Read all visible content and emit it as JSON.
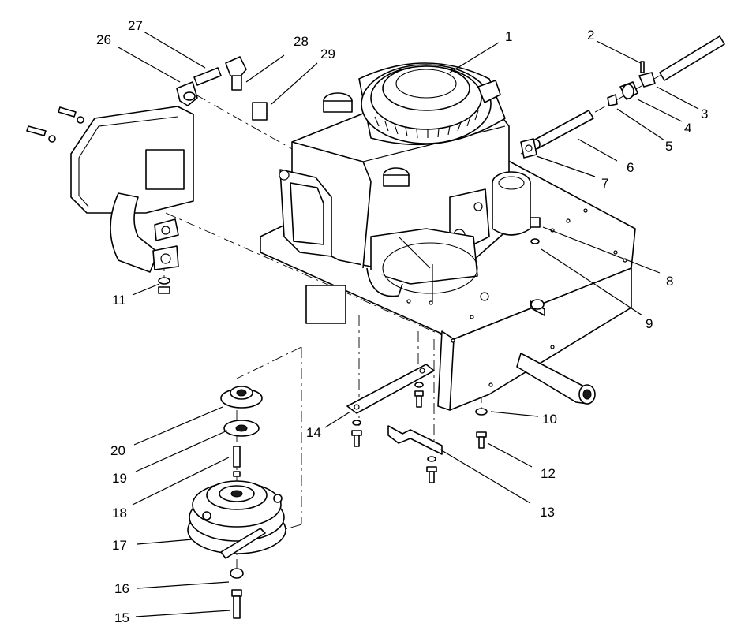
{
  "diagram": {
    "callouts": [
      {
        "id": "1",
        "label": "1"
      },
      {
        "id": "2",
        "label": "2"
      },
      {
        "id": "3",
        "label": "3"
      },
      {
        "id": "4",
        "label": "4"
      },
      {
        "id": "5",
        "label": "5"
      },
      {
        "id": "6",
        "label": "6"
      },
      {
        "id": "7",
        "label": "7"
      },
      {
        "id": "8",
        "label": "8"
      },
      {
        "id": "9",
        "label": "9"
      },
      {
        "id": "10",
        "label": "10"
      },
      {
        "id": "11",
        "label": "11"
      },
      {
        "id": "12",
        "label": "12"
      },
      {
        "id": "13",
        "label": "13"
      },
      {
        "id": "14",
        "label": "14"
      },
      {
        "id": "15",
        "label": "15"
      },
      {
        "id": "16",
        "label": "16"
      },
      {
        "id": "17",
        "label": "17"
      },
      {
        "id": "18",
        "label": "18"
      },
      {
        "id": "19",
        "label": "19"
      },
      {
        "id": "20",
        "label": "20"
      },
      {
        "id": "26",
        "label": "26"
      },
      {
        "id": "27",
        "label": "27"
      },
      {
        "id": "28",
        "label": "28"
      },
      {
        "id": "29",
        "label": "29"
      }
    ]
  }
}
